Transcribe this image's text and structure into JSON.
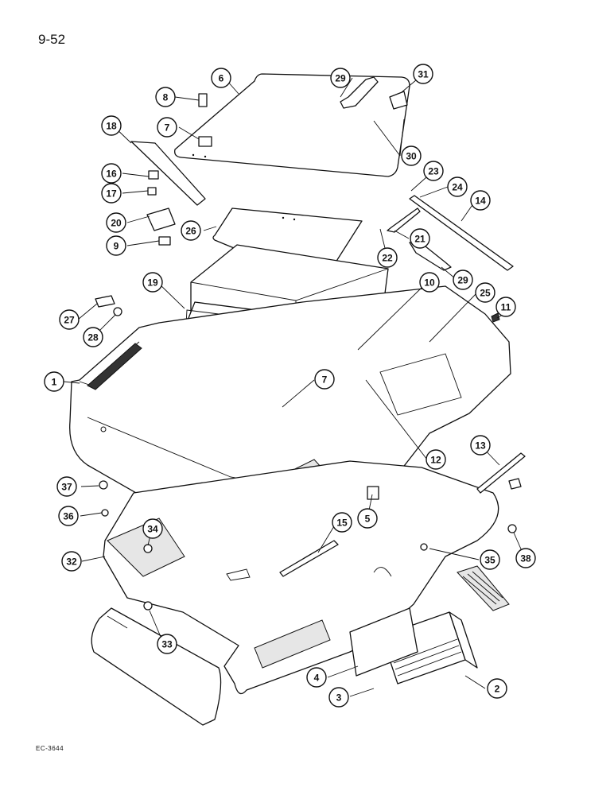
{
  "page_number": "9-52",
  "drawing_code": "EC-3644",
  "callouts": [
    "1",
    "2",
    "3",
    "4",
    "5",
    "6",
    "7",
    "7",
    "8",
    "9",
    "10",
    "11",
    "12",
    "13",
    "14",
    "15",
    "16",
    "17",
    "18",
    "19",
    "20",
    "21",
    "22",
    "23",
    "24",
    "25",
    "26",
    "27",
    "28",
    "29",
    "29",
    "30",
    "31",
    "32",
    "33",
    "34",
    "35",
    "36",
    "37",
    "38"
  ]
}
